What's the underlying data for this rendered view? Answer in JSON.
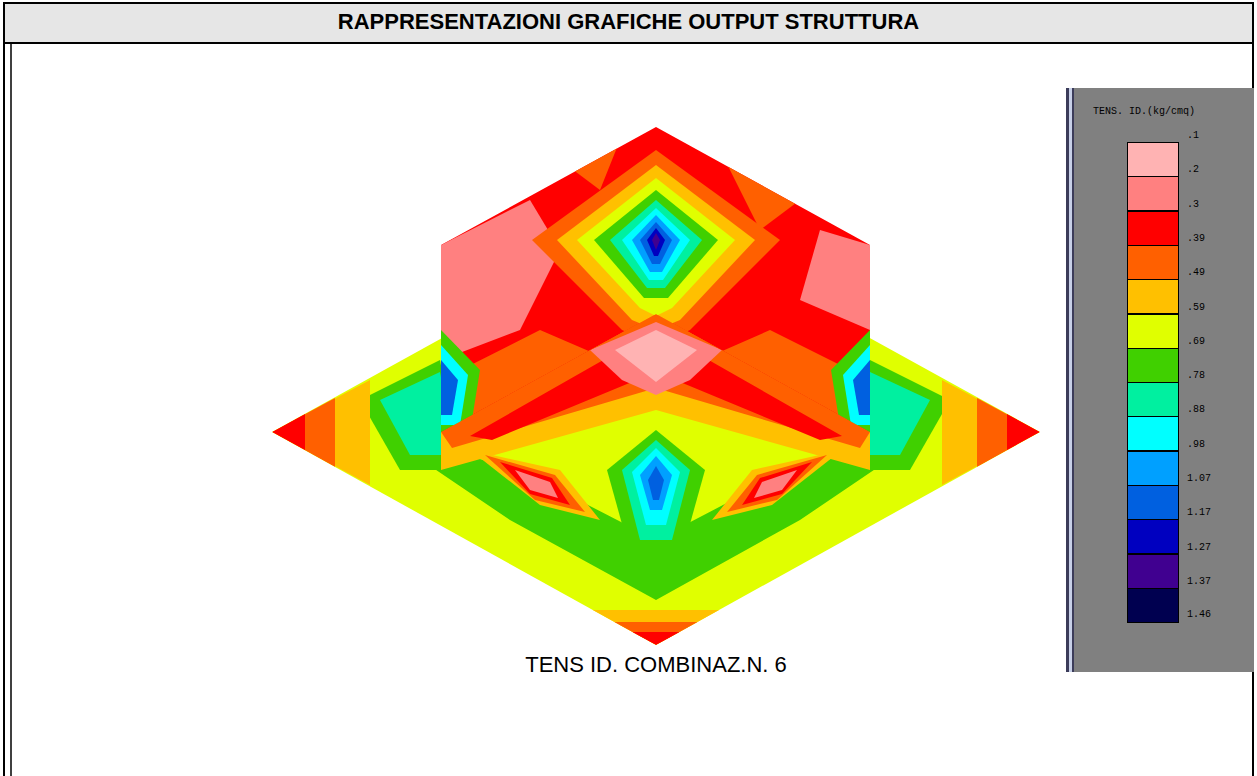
{
  "diagram": {
    "title": "RAPPRESENTAZIONI GRAFICHE OUTPUT STRUTTURA",
    "caption": "TENS ID. COMBINAZ.N. 6",
    "labels": [
      "TENS. ID.(kg/cmq)",
      "1.46"
    ],
    "legend": [
      {
        "text": ".1",
        "color": "#ffb3b3"
      },
      {
        "text": ".2",
        "color": "#ff8080"
      },
      {
        "text": ".3",
        "color": "#ff0000"
      },
      {
        "text": ".39",
        "color": "#ff6000"
      },
      {
        "text": ".49",
        "color": "#ffc000"
      },
      {
        "text": ".59",
        "color": "#e0ff00"
      },
      {
        "text": ".69",
        "color": "#40d000"
      },
      {
        "text": ".78",
        "color": "#00f0a0"
      },
      {
        "text": ".88",
        "color": "#00ffff"
      },
      {
        "text": ".98",
        "color": "#00a0ff"
      },
      {
        "text": "1.07",
        "color": "#0060e0"
      },
      {
        "text": "1.17",
        "color": "#0000c0"
      },
      {
        "text": "1.27",
        "color": "#400090"
      },
      {
        "text": "1.37",
        "color": "#000050"
      }
    ]
  }
}
